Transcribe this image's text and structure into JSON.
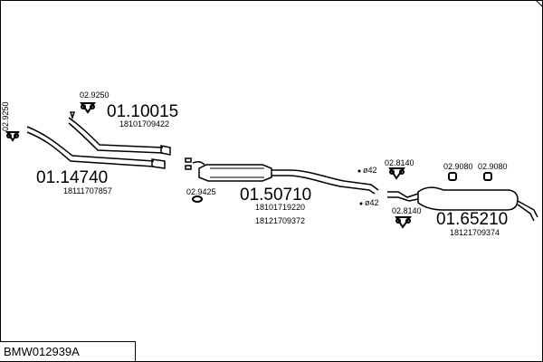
{
  "diagram_code": "BMW012939A",
  "parts": [
    {
      "id": "p1",
      "number": "01.10015",
      "oem": "18101709422"
    },
    {
      "id": "p2",
      "number": "01.14740",
      "oem": "18111707857"
    },
    {
      "id": "p3",
      "number": "01.50710",
      "oem_lines": [
        "18101719220",
        "18121709372"
      ]
    },
    {
      "id": "p4",
      "number": "01.65210",
      "oem": "18121709374"
    }
  ],
  "accessories": {
    "a1": "02.9250",
    "a2": "02.9250",
    "a3": "02.9425",
    "a4": "02.8140",
    "a5": "02.8140",
    "a6": "02.9080",
    "a7": "02.9080"
  },
  "diameters": {
    "d1": "ø42",
    "d2": "ø42"
  }
}
